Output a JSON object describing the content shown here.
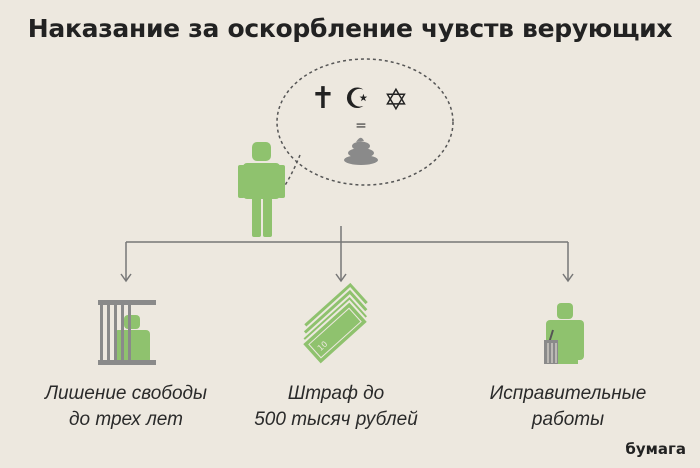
{
  "title": "Наказание за оскорбление чувств верующих",
  "symbols": {
    "cross": "✝",
    "crescent": "☪",
    "star": "✡",
    "equals": "="
  },
  "outcomes": [
    {
      "line1": "Лишение свободы",
      "line2": "до трех лет",
      "icon": "jail-icon"
    },
    {
      "line1": "Штраф до",
      "line2": "500 тысяч рублей",
      "icon": "money-icon"
    },
    {
      "line1": "Исправительные",
      "line2": "работы",
      "icon": "broom-worker-icon"
    }
  ],
  "banknote_label": "10",
  "brand": "бумага",
  "colors": {
    "green": "#8fc26e",
    "line": "#777",
    "bg": "#ede8df"
  }
}
